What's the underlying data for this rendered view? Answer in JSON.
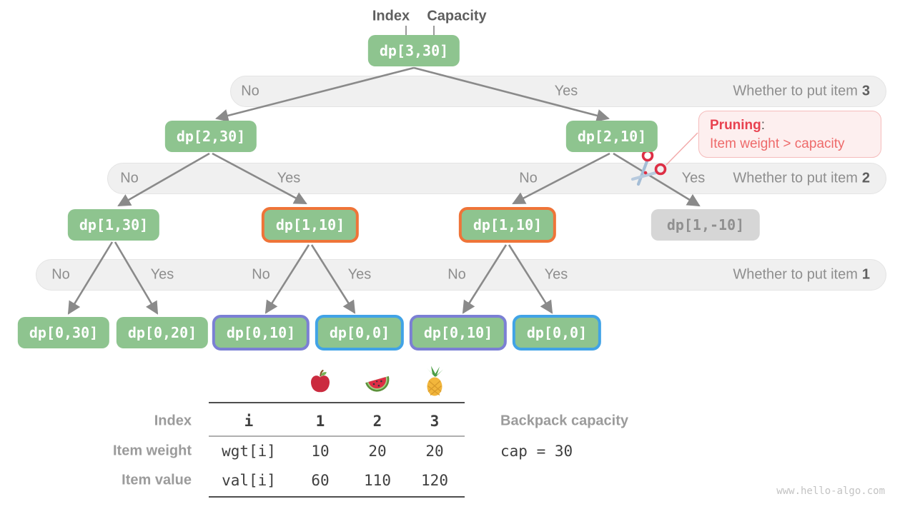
{
  "legend": {
    "index_label": "Index",
    "capacity_label": "Capacity"
  },
  "tree": {
    "nodes": [
      {
        "id": "dp-3-30",
        "label": "dp[3,30]",
        "style": "green"
      },
      {
        "id": "dp-2-30",
        "label": "dp[2,30]",
        "style": "green"
      },
      {
        "id": "dp-2-10",
        "label": "dp[2,10]",
        "style": "green"
      },
      {
        "id": "dp-1-30",
        "label": "dp[1,30]",
        "style": "green"
      },
      {
        "id": "dp-1-10-a",
        "label": "dp[1,10]",
        "style": "orange"
      },
      {
        "id": "dp-1-10-b",
        "label": "dp[1,10]",
        "style": "orange"
      },
      {
        "id": "dp-1-neg10",
        "label": "dp[1,-10]",
        "style": "gray"
      },
      {
        "id": "dp-0-30",
        "label": "dp[0,30]",
        "style": "green"
      },
      {
        "id": "dp-0-20",
        "label": "dp[0,20]",
        "style": "green"
      },
      {
        "id": "dp-0-10-a",
        "label": "dp[0,10]",
        "style": "purple"
      },
      {
        "id": "dp-0-0-a",
        "label": "dp[0,0]",
        "style": "blue"
      },
      {
        "id": "dp-0-10-b",
        "label": "dp[0,10]",
        "style": "purple"
      },
      {
        "id": "dp-0-0-b",
        "label": "dp[0,0]",
        "style": "blue"
      }
    ]
  },
  "bands": [
    {
      "title": "Whether to put item",
      "item": "3",
      "labels": [
        "No",
        "Yes"
      ]
    },
    {
      "title": "Whether to put item",
      "item": "2",
      "labels": [
        "No",
        "Yes",
        "No",
        "Yes"
      ]
    },
    {
      "title": "Whether to put item",
      "item": "1",
      "labels": [
        "No",
        "Yes",
        "No",
        "Yes",
        "No",
        "Yes"
      ]
    }
  ],
  "pruning": {
    "title": "Pruning",
    "colon": ":",
    "body": "Item weight > capacity"
  },
  "items_table": {
    "fruit_icons": [
      "apple-icon",
      "watermelon-icon",
      "pineapple-icon"
    ],
    "rows": [
      {
        "label": "Index",
        "cells": [
          "i",
          "1",
          "2",
          "3"
        ]
      },
      {
        "label": "Item weight",
        "cells": [
          "wgt[i]",
          "10",
          "20",
          "20"
        ]
      },
      {
        "label": "Item value",
        "cells": [
          "val[i]",
          "60",
          "110",
          "120"
        ]
      }
    ]
  },
  "backpack": {
    "label": "Backpack capacity",
    "value": "cap = 30"
  },
  "watermark": "www.hello-algo.com",
  "colors": {
    "node_green": "#8ec48f",
    "highlight_orange": "#ef7438",
    "highlight_purple": "#7b80d4",
    "highlight_blue": "#41a3e6",
    "pruned_gray": "#d6d6d6",
    "band_gray": "#f0f0f0",
    "accent_red": "#e8414f"
  }
}
